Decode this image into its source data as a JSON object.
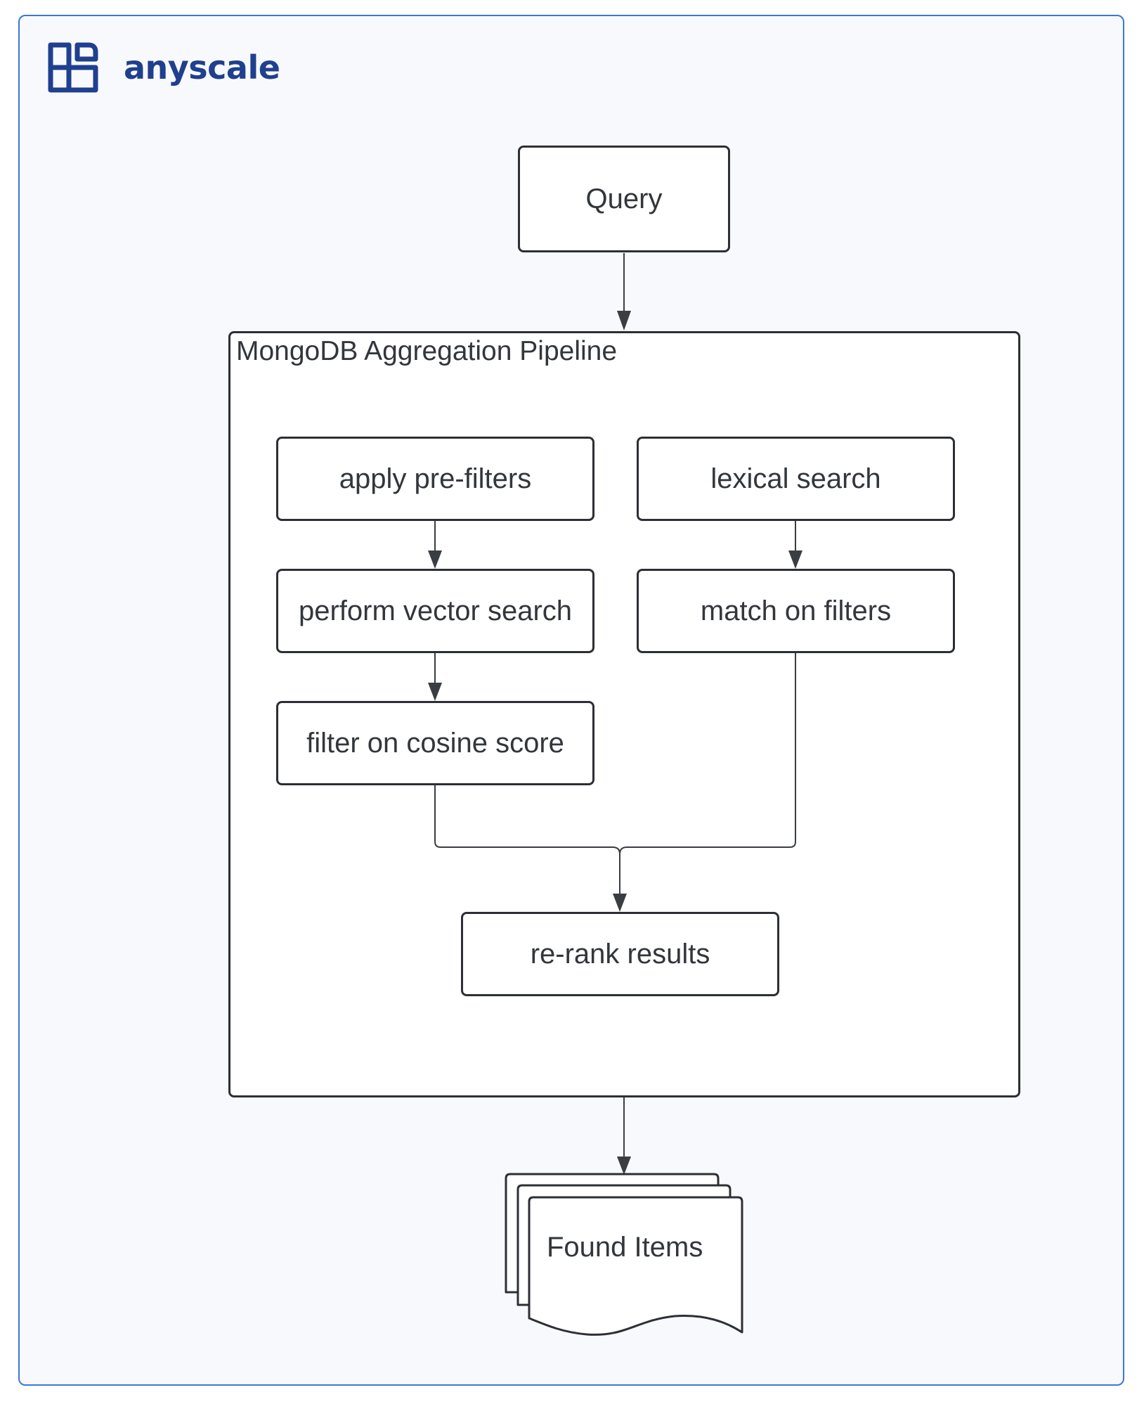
{
  "logo": {
    "text": "anyscale",
    "icon": "anyscale-logo-icon",
    "color": "#1f3f8f"
  },
  "nodes": {
    "query": "Query",
    "pipeline_title": "MongoDB Aggregation Pipeline",
    "apply_prefilters": "apply pre-filters",
    "lexical_search": "lexical search",
    "vector_search": "perform vector search",
    "match_filters": "match on filters",
    "cosine_filter": "filter on cosine score",
    "rerank": "re-rank results",
    "found_items": "Found Items"
  },
  "colors": {
    "frame_border": "#3b78d6",
    "frame_bg": "#f8f9fd",
    "stroke": "#2c2f35"
  }
}
